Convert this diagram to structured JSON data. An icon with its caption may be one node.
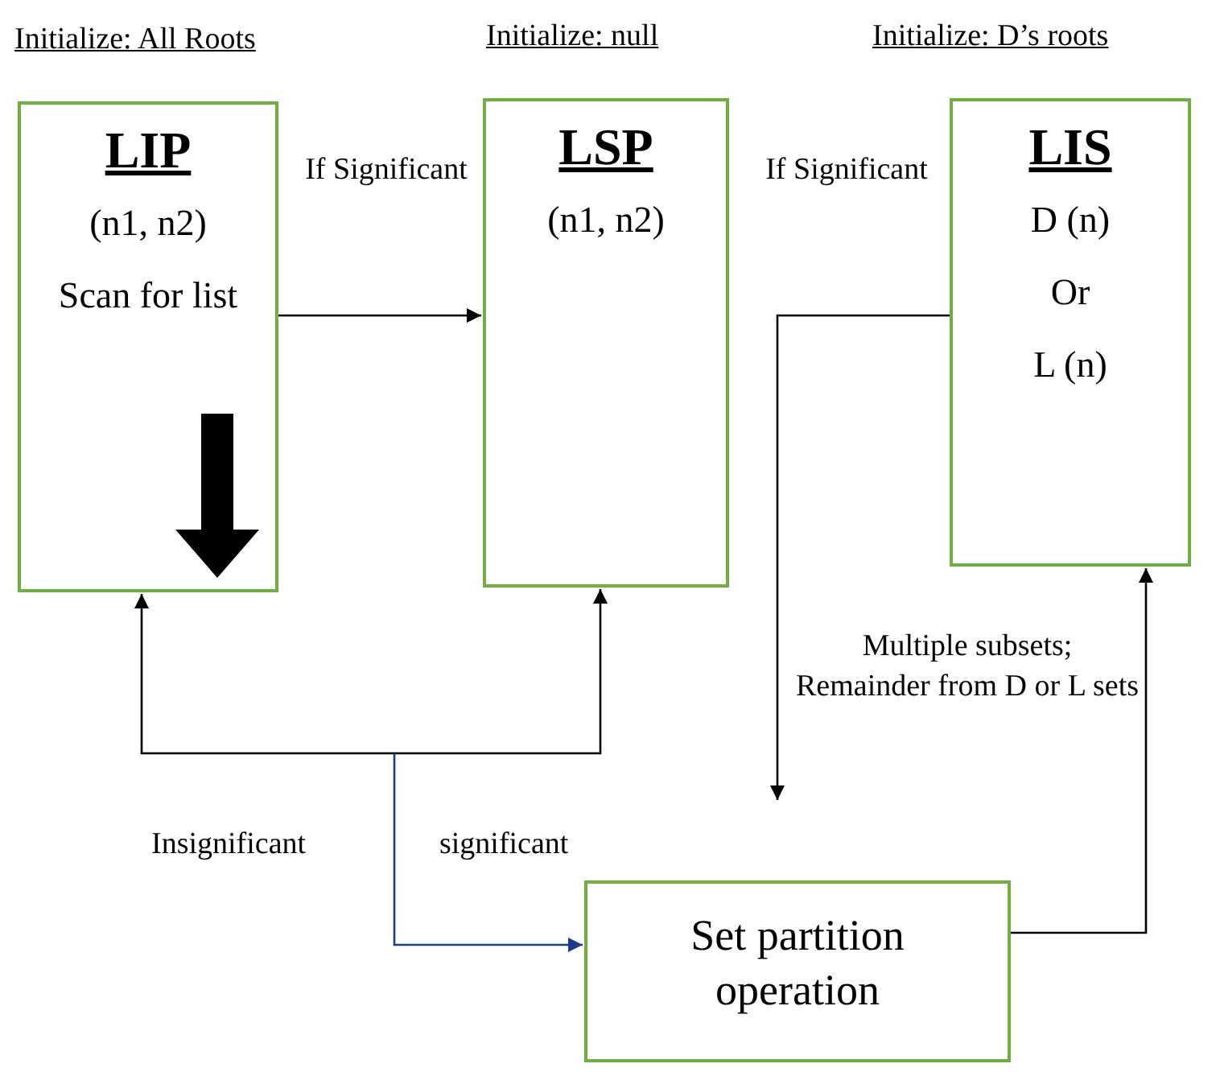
{
  "diagram": {
    "nodes": [
      {
        "text": [
          "LIP",
          "(n1, n2)",
          "Scan for list"
        ],
        "beside": [
          "Initialize: All Roots"
        ]
      },
      {
        "text": [
          "LSP",
          "(n1, n2)"
        ],
        "beside": [
          "Initialize: null"
        ]
      },
      {
        "text": [
          "LIS",
          "D (n)",
          "Or",
          "L (n)"
        ],
        "beside": [
          "Initialize: D’s roots"
        ]
      },
      {
        "text": [
          "Set partition operation"
        ]
      }
    ],
    "edges": [
      {
        "from": 0,
        "to": 1,
        "arrow": "to"
      },
      {
        "from": 2,
        "to": null,
        "arrow": "to"
      },
      {
        "from": 3,
        "to": 2,
        "arrow": "to"
      },
      {
        "from": null,
        "to": 0,
        "arrow": "to"
      },
      {
        "from": null,
        "to": 1,
        "arrow": "to"
      },
      {
        "from": null,
        "to": 3,
        "arrow": "to",
        "color": "#1f3a8a"
      }
    ],
    "labels": [
      "If Significant",
      "If Significant",
      "Multiple subsets; Remainder from D or L sets",
      "Insignificant",
      "significant"
    ]
  }
}
